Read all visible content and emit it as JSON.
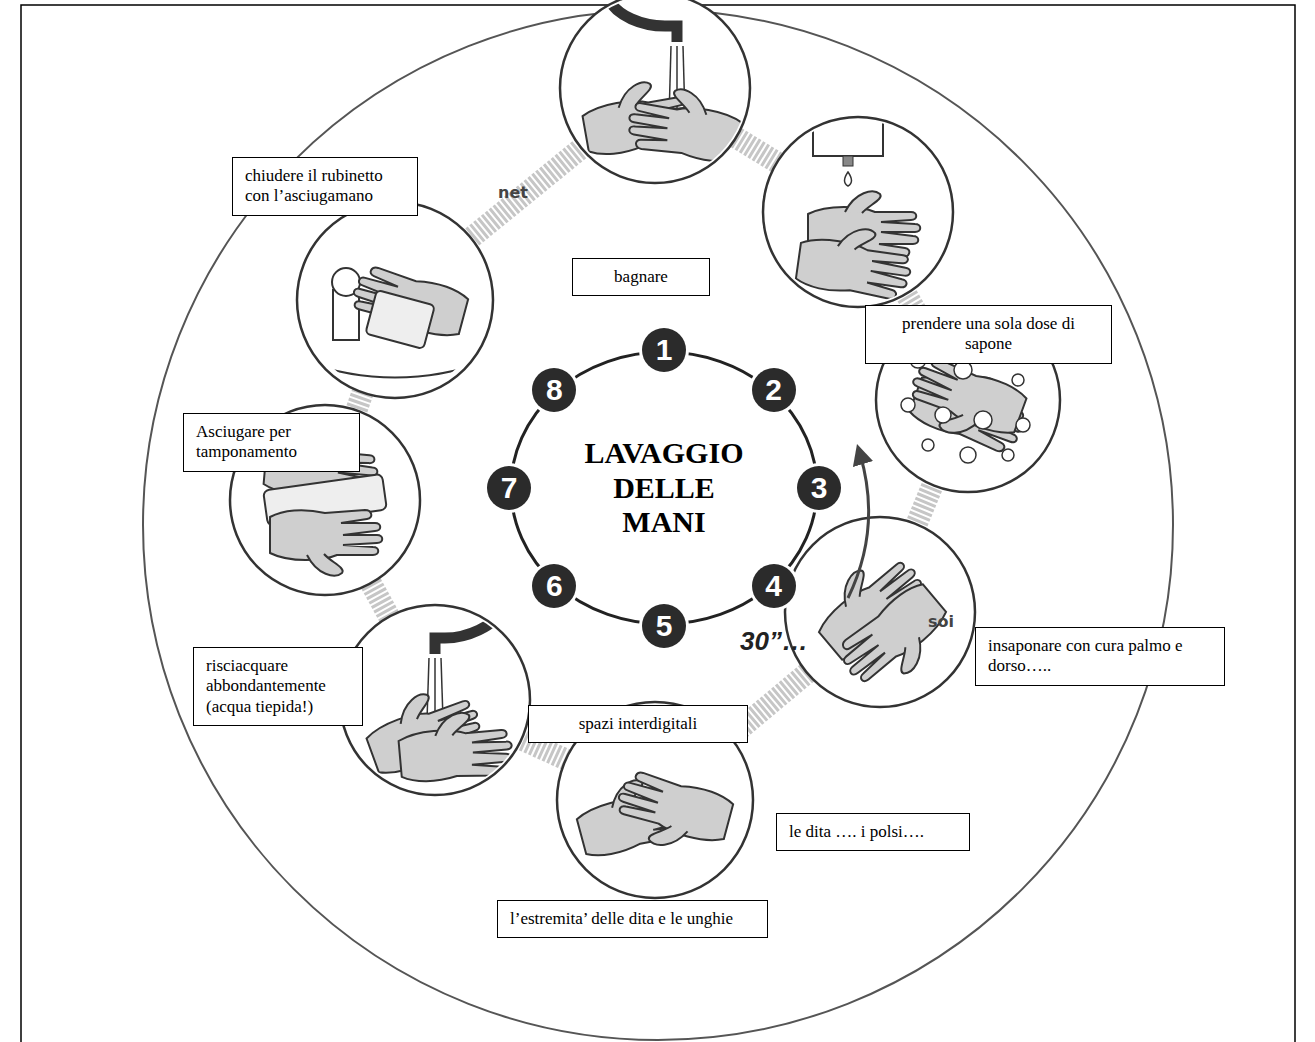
{
  "diagram": {
    "nodes": [
      {
        "text": [
          "LAVAGGIO DELLE MANI"
        ]
      },
      {
        "text": [
          "1"
        ]
      },
      {
        "text": [
          "2"
        ]
      },
      {
        "text": [
          "3"
        ]
      },
      {
        "text": [
          "4"
        ]
      },
      {
        "text": [
          "5"
        ]
      },
      {
        "text": [
          "6"
        ]
      },
      {
        "text": [
          "7"
        ]
      },
      {
        "text": [
          "8"
        ]
      },
      {
        "text": [
          "bagnare"
        ]
      },
      {
        "text": [
          "prendere una sola dose di sapone"
        ]
      },
      {
        "text": [
          "insaponare con cura palmo e dorso….."
        ]
      },
      {
        "text": [
          "le dita …. i polsi…."
        ]
      },
      {
        "text": [
          "l’estremita’ delle dita e le unghie"
        ]
      },
      {
        "text": [
          "spazi interdigitali"
        ]
      },
      {
        "text": [
          "risciacquare abbondantemente (acqua tiepida!)"
        ]
      },
      {
        "text": [
          "Asciugare per tamponamento"
        ]
      },
      {
        "text": [
          "chiudere il rubinetto con l’asciugamano"
        ]
      }
    ],
    "labels": [
      "net",
      "soi",
      "30”…"
    ]
  }
}
